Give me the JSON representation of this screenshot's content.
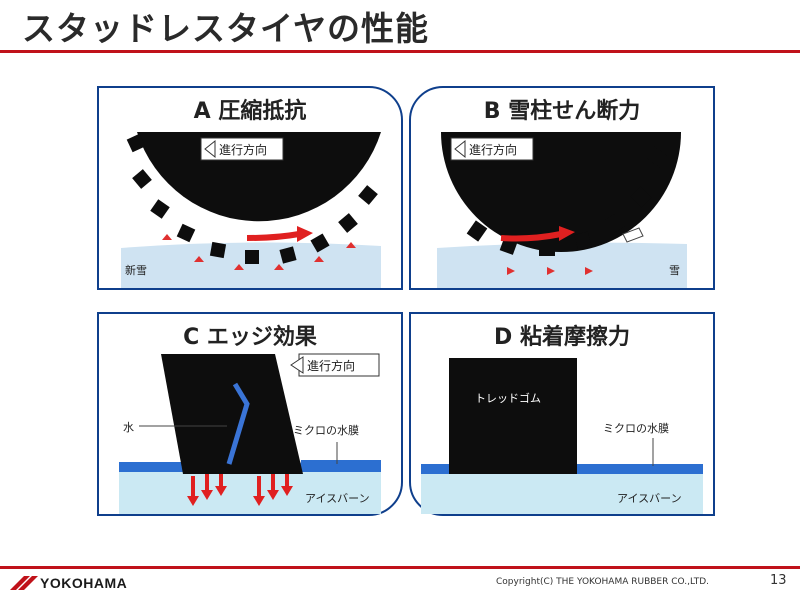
{
  "title": "スタッドレスタイヤの性能",
  "panels": {
    "a": {
      "title": "A 圧縮抵抗",
      "direction": "進行方向",
      "surface": "新雪"
    },
    "b": {
      "title": "B 雪柱せん断力",
      "direction": "進行方向",
      "surface": "雪"
    },
    "c": {
      "title": "C エッジ効果",
      "direction": "進行方向",
      "water": "水",
      "film": "ミクロの水膜",
      "ice": "アイスバーン"
    },
    "d": {
      "title": "D 粘着摩擦力",
      "rubber": "トレッドゴム",
      "film": "ミクロの水膜",
      "ice": "アイスバーン"
    }
  },
  "footer": {
    "logo_text": "YOKOHAMA",
    "copyright": "Copyright(C) THE YOKOHAMA RUBBER CO.,LTD.",
    "page": "13"
  },
  "colors": {
    "accent_red": "#c0121a",
    "border_blue": "#0f3f8c",
    "snow": "#cfe3f2",
    "ice": "#cbe9f3",
    "water_film": "#2c6fd1"
  }
}
